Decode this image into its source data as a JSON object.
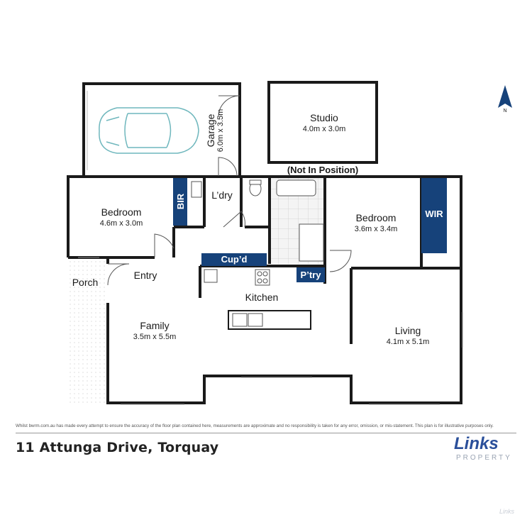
{
  "compass": {
    "label": "N",
    "icon": "north-arrow-icon"
  },
  "rooms": {
    "garage": {
      "name": "Garage",
      "dims": "6.0m x 3.5m"
    },
    "studio": {
      "name": "Studio",
      "dims": "4.0m x 3.0m"
    },
    "studio_note": "(Not In Position)",
    "bedroom1": {
      "name": "Bedroom",
      "dims": "4.6m x 3.0m"
    },
    "bir": "BIR",
    "laundry": "L’dry",
    "bedroom2": {
      "name": "Bedroom",
      "dims": "3.6m x 3.4m"
    },
    "wir": "WIR",
    "cupboard": "Cup’d",
    "pantry": "P’try",
    "porch": "Porch",
    "entry": "Entry",
    "kitchen": "Kitchen",
    "family": {
      "name": "Family",
      "dims": "3.5m x 5.5m"
    },
    "living": {
      "name": "Living",
      "dims": "4.1m x 5.1m"
    }
  },
  "colors": {
    "wall": "#1a1a1a",
    "accent": "#16427a",
    "car": "#6fb7bd",
    "tile": "#cfcfcf"
  },
  "footer": {
    "disclaimer": "Whilst bwrm.com.au has made every attempt to ensure the accuracy of the floor plan contained here, measurements are approximate and no responsibility is taken for any error, omission, or mis-statement. This plan is for illustrative purposes only.",
    "address": "11 Attunga Drive, Torquay",
    "logo_word": "Links",
    "logo_sub": "PROPERTY",
    "watermark": "Links"
  }
}
